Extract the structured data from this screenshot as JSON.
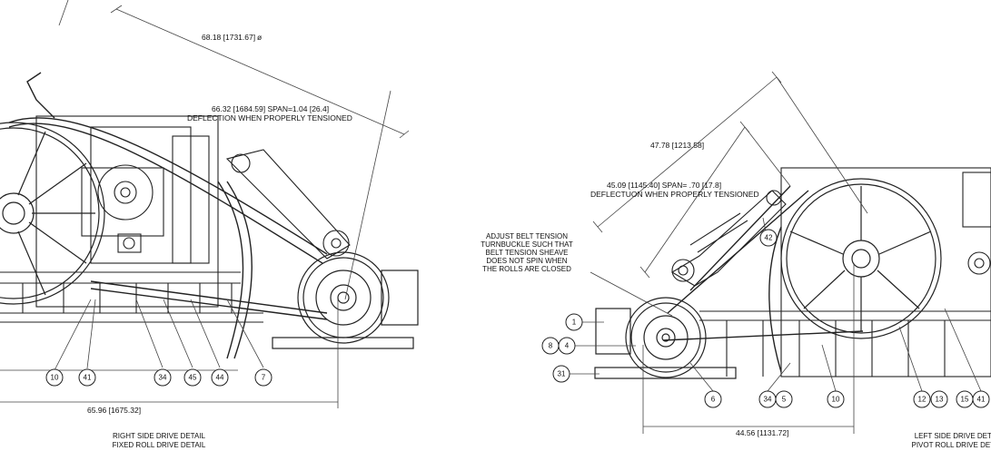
{
  "left_view": {
    "dim_overall": "68.18 [1731.67]",
    "dim_overall_mark": "ø",
    "span_line1": "66.32 [1684.59] SPAN=1.04 [26.4]",
    "span_line2": "DEFLECTION WHEN PROPERLY TENSIONED",
    "dim_base": "65.96 [1675.32]",
    "caption_line1": "RIGHT SIDE DRIVE DETAIL",
    "caption_line2": "FIXED ROLL DRIVE DETAIL",
    "balloons": [
      "10",
      "41",
      "34",
      "45",
      "44",
      "7"
    ]
  },
  "right_view": {
    "dim_overall": "47.78 [1213.58]",
    "span_line1": "45.09 [1145.40] SPAN= .70 [17.8]",
    "span_line2": "DEFLECTUON WHEN PROPERLY TENSIONED",
    "note_lines": [
      "ADJUST BELT TENSION",
      "TURNBUCKLE SUCH THAT",
      "BELT TENSION SHEAVE",
      "DOES NOT SPIN WHEN",
      "THE ROLLS ARE CLOSED"
    ],
    "dim_base": "44.56 [1131.72]",
    "caption_line1": "LEFT SIDE DRIVE DETAIL",
    "caption_line2": "PIVOT ROLL DRIVE DETAIL",
    "balloon_42": "42",
    "balloon_1": "1",
    "balloon_8": "8",
    "balloon_4": "4",
    "balloon_31": "31",
    "balloon_6": "6",
    "balloon_34": "34",
    "balloon_5": "5",
    "balloon_10": "10",
    "balloon_12": "12",
    "balloon_13": "13",
    "balloon_15": "15",
    "balloon_41": "41"
  }
}
